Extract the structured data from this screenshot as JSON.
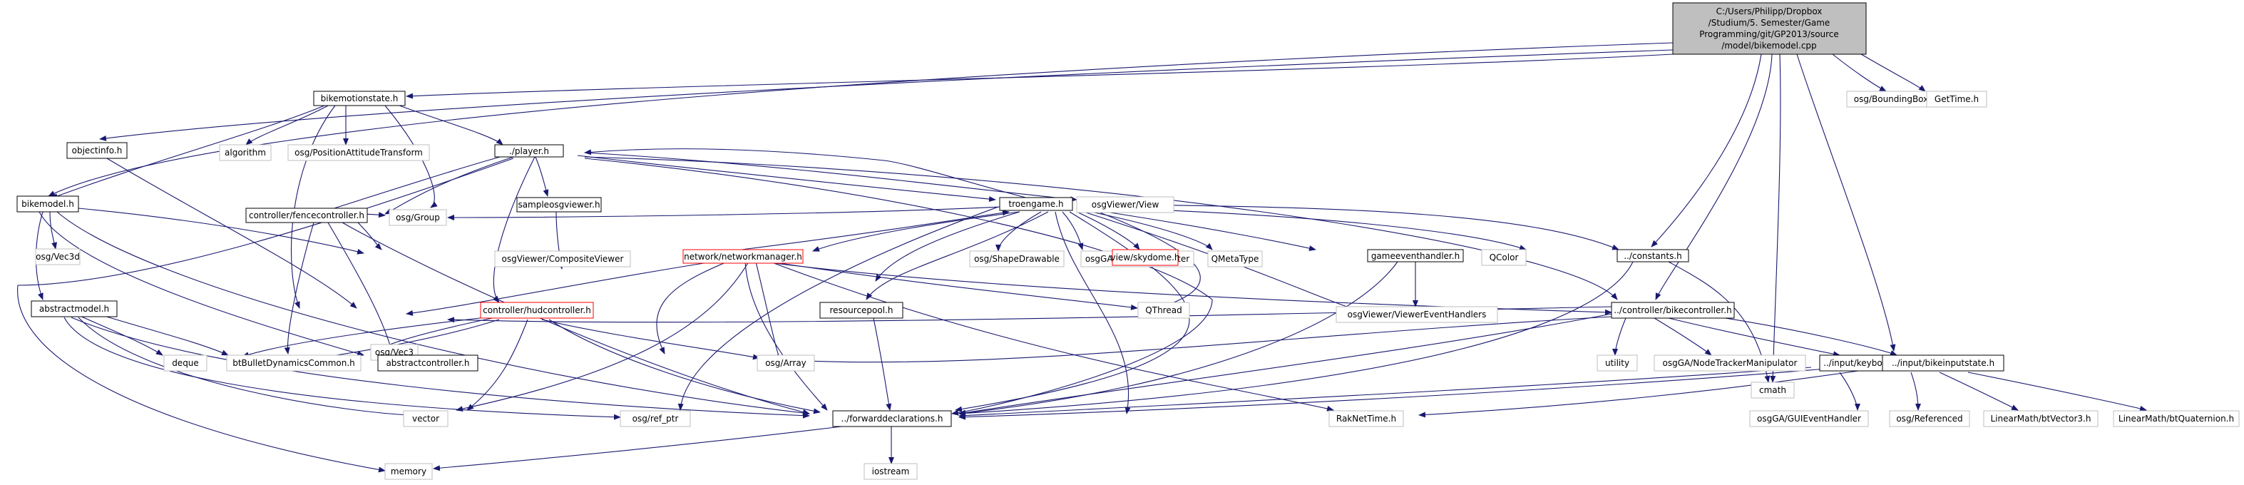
{
  "graph": {
    "root": [
      "C:/Users/Philipp/Dropbox",
      "/Studium/5. Semester/Game",
      "Programming/git/GP2013/source",
      "/model/bikemodel.cpp"
    ],
    "nodes": {
      "root": "C:/Users/Philipp/Dropbox/Studium/5. Semester/Game Programming/git/GP2013/source/model/bikemodel.cpp",
      "bikemotionstate_h": "bikemotionstate.h",
      "objectinfo_h": "objectinfo.h",
      "bikemodel_h": "bikemodel.h",
      "osg_vec3d": "osg/Vec3d",
      "abstractmodel_h": "abstractmodel.h",
      "algorithm": "algorithm",
      "osg_positionattitudetransform": "osg/PositionAttitudeTransform",
      "player_h": "./player.h",
      "controller_fencecontroller_h": "controller/fencecontroller.h",
      "osg_group": "osg/Group",
      "sampleosgviewer_h": "sampleosgviewer.h",
      "osgviewer_compositeviewer": "osgViewer/CompositeViewer",
      "osgviewer_view": "osgViewer/View",
      "troengame_h": "troengame.h",
      "network_networkmanager_h": "network/networkmanager.h",
      "osg_shapedrawable": "osg/ShapeDrawable",
      "osgga_guieventadapter": "osgGA/GUIEventAdapter",
      "view_skydome_h": "view/skydome.h",
      "qmetatype": "QMetaType",
      "gameeventhandler_h": "gameeventhandler.h",
      "qcolor": "QColor",
      "constants_h": "../constants.h",
      "cmath": "cmath",
      "osg_vec3": "osg/Vec3",
      "controller_hudcontroller_h": "controller/hudcontroller.h",
      "resourcepool_h": "resourcepool.h",
      "qthread": "QThread",
      "osgviewer_viewereventhandlers": "osgViewer/ViewerEventHandlers",
      "controller_bikecontroller_h": "../controller/bikecontroller.h",
      "deque": "deque",
      "btbulletdynamicscommon_h": "btBulletDynamicsCommon.h",
      "abstractcontroller_h": "abstractcontroller.h",
      "osg_array": "osg/Array",
      "utility": "utility",
      "osgga_nodetrackermanipulator": "osgGA/NodeTrackerManipulator",
      "input_keyboard_h": "../input/keyboard.h",
      "input_bikeinputstate_h": "../input/bikeinputstate.h",
      "vector": "vector",
      "osg_ref_ptr": "osg/ref_ptr",
      "forwarddeclarations_h": "../forwarddeclarations.h",
      "raknettime_h": "RakNetTime.h",
      "osgga_guieventhandler": "osgGA/GUIEventHandler",
      "osg_referenced": "osg/Referenced",
      "linearmath_btvector3_h": "LinearMath/btVector3.h",
      "linearmath_btquaternion_h": "LinearMath/btQuaternion.h",
      "memory": "memory",
      "iostream": "iostream",
      "osg_boundingbox": "osg/BoundingBox",
      "gettime_h": "GetTime.h"
    }
  }
}
